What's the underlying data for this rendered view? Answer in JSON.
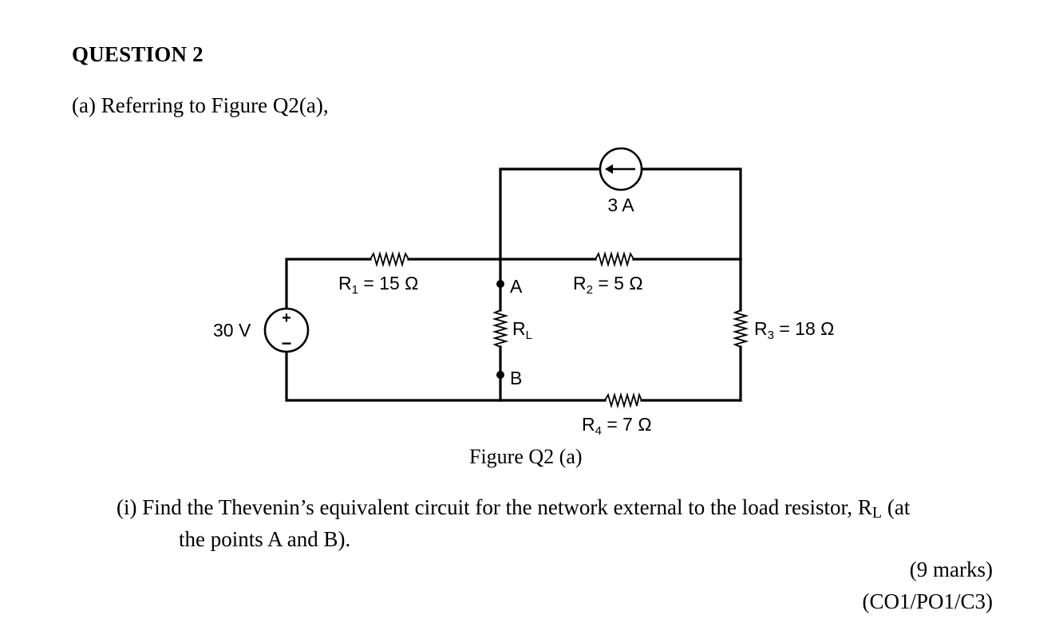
{
  "question": {
    "heading": "QUESTION 2",
    "part_a": "(a) Referring to Figure Q2(a),"
  },
  "figure": {
    "caption": "Figure Q2 (a)",
    "voltage_source": {
      "label": "30 V",
      "plus": "+",
      "minus": "−"
    },
    "current_source": {
      "label": "3 A"
    },
    "r1": {
      "prefix": "R",
      "sub": "1",
      "value": " = 15 Ω"
    },
    "r2": {
      "prefix": "R",
      "sub": "2",
      "value": " = 5 Ω"
    },
    "r3": {
      "prefix": "R",
      "sub": "3",
      "value": " = 18 Ω"
    },
    "r4": {
      "prefix": "R",
      "sub": "4",
      "value": " = 7 Ω"
    },
    "rl": {
      "prefix": "R",
      "sub": "L"
    },
    "terminal_a": "A",
    "terminal_b": "B"
  },
  "sub_question": {
    "line1_pre": "(i) Find the Thevenin’s equivalent circuit for the network external to the load resistor, R",
    "line1_sub": "L",
    "line1_post": " (at",
    "line2": "the points A and B).",
    "marks": "(9 marks)",
    "outcomes": "(CO1/PO1/C3)"
  }
}
